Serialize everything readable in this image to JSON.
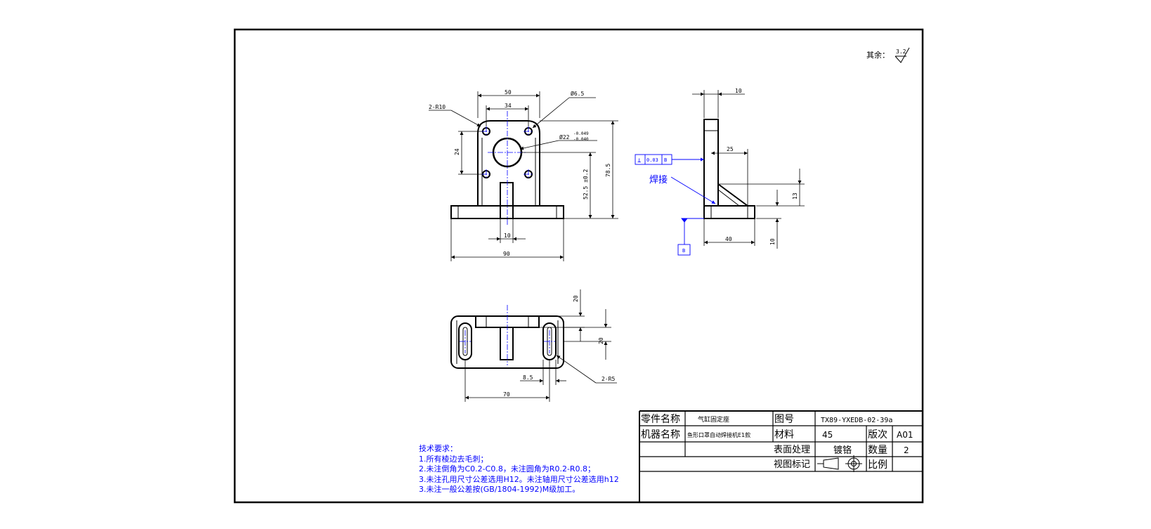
{
  "roughness": {
    "label": "其余：",
    "value": "3.2"
  },
  "front_view": {
    "dim_width_top": "50",
    "dim_hole_spacing_x": "34",
    "dim_hole_spacing_y": "24",
    "dim_corner_radius": "2-R10",
    "dim_small_hole": "Ø6.5",
    "dim_bore": "Ø22",
    "dim_bore_tol_upper": "-0.049",
    "dim_bore_tol_lower": "-0.040",
    "dim_height_total": "78.5",
    "dim_bore_height": "52.5 ±0.2",
    "dim_slot_width": "10",
    "dim_base_width": "90"
  },
  "side_view": {
    "dim_wall": "10",
    "dim_rib": "25",
    "dim_rib_height": "13",
    "dim_base_thickness": "10",
    "dim_base_length": "40",
    "gdt_symbol": "⊥",
    "gdt_tolerance": "0.03",
    "gdt_datum": "B",
    "datum_label": "B",
    "weld_label": "焊接"
  },
  "top_view": {
    "dim_slot_offset": "20",
    "dim_depth": "20",
    "dim_slot_x": "8.5",
    "dim_slot_span": "70",
    "dim_slot_radius": "2-R5"
  },
  "title_block": {
    "part_name_label": "零件名称",
    "part_name": "气缸固定座",
    "drawing_no_label": "图号",
    "drawing_no": "TX89-YXEDB-02-39a",
    "machine_name_label": "机器名称",
    "machine_name": "鱼形口罩自动焊接机E1款",
    "material_label": "材料",
    "material": "45",
    "revision_label": "版次",
    "revision": "A01",
    "surface_label": "表面处理",
    "surface": "镀铬",
    "quantity_label": "数量",
    "quantity": "2",
    "view_mark_label": "视图标记",
    "scale_label": "比例"
  },
  "tech_requirements": {
    "title": "技术要求：",
    "items": [
      "1.所有棱边去毛刺；",
      "2.未注倒角为C0.2-C0.8，未注圆角为R0.2-R0.8；",
      "3.未注孔用尺寸公差选用H12。未注轴用尺寸公差选用h12",
      "3.未注一般公差按(GB/1804-1992)M级加工。"
    ]
  },
  "colors": {
    "outline": "#000000",
    "centerline": "#0000ff",
    "annotation": "#0000ff",
    "background": "#ffffff"
  }
}
